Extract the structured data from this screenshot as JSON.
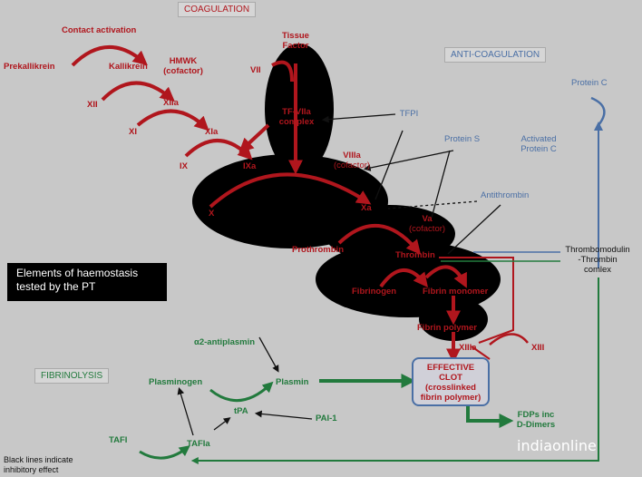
{
  "headers": {
    "coagulation": "COAGULATION",
    "anti_coagulation": "ANTI-COAGULATION",
    "fibrinolysis": "FIBRINOLYSIS"
  },
  "legend": {
    "pt_box_line1": "Elements of haemostasis",
    "pt_box_line2": "tested by the PT",
    "black_lines_line1": "Black lines indicate",
    "black_lines_line2": "inhibitory effect"
  },
  "nodes": {
    "contact_activation": "Contact activation",
    "prekallikrein": "Prekallikrein",
    "kallikrein": "Kallikrein",
    "hmwk": "HMWK",
    "hmwk_cofactor": "(cofactor)",
    "xii": "XII",
    "xiia": "XIIa",
    "xi": "XI",
    "xia": "XIa",
    "ix": "IX",
    "ixa": "IXa",
    "viiia": "VIIIa",
    "viiia_cofactor": "(cofactor)",
    "tissue_factor_1": "Tissue",
    "tissue_factor_2": "Factor",
    "vii": "VII",
    "tf_viia_1": "TF-VIIa",
    "tf_viia_2": "complex",
    "x": "X",
    "xa": "Xa",
    "va": "Va",
    "va_cofactor": "(cofactor)",
    "prothrombin": "Prothrombin",
    "thrombin": "Thrombin",
    "fibrinogen": "Fibrinogen",
    "fibrin_monomer": "Fibrin monomer",
    "fibrin_polymer": "Fibrin polymer",
    "xiiia": "XIIIa",
    "xiii": "XIII",
    "clot_1": "EFFECTIVE",
    "clot_2": "CLOT",
    "clot_3": "(crosslinked",
    "clot_4": "fibrin polymer)",
    "fdps_1": "FDPs inc",
    "fdps_2": "D-Dimers",
    "tfpi": "TFPI",
    "protein_s": "Protein S",
    "activated_pc_1": "Activated",
    "activated_pc_2": "Protein C",
    "protein_c": "Protein C",
    "antithrombin": "Antithrombin",
    "thrombomodulin_1": "Thrombomodulin",
    "thrombomodulin_2": "-Thrombin",
    "thrombomodulin_3": "comlex",
    "a2_antiplasmin": "α2-antiplasmin",
    "plasminogen": "Plasminogen",
    "plasmin": "Plasmin",
    "tpa": "tPA",
    "pai1": "PAI-1",
    "tafi": "TAFI",
    "tafia": "TAFIa"
  },
  "watermark": "indiaonline",
  "colors": {
    "background": "#c8c8c8",
    "coagulation": "#b0161d",
    "anticoagulation": "#4a6fa5",
    "fibrinolysis": "#227a3d",
    "inhibitory": "#111111"
  }
}
